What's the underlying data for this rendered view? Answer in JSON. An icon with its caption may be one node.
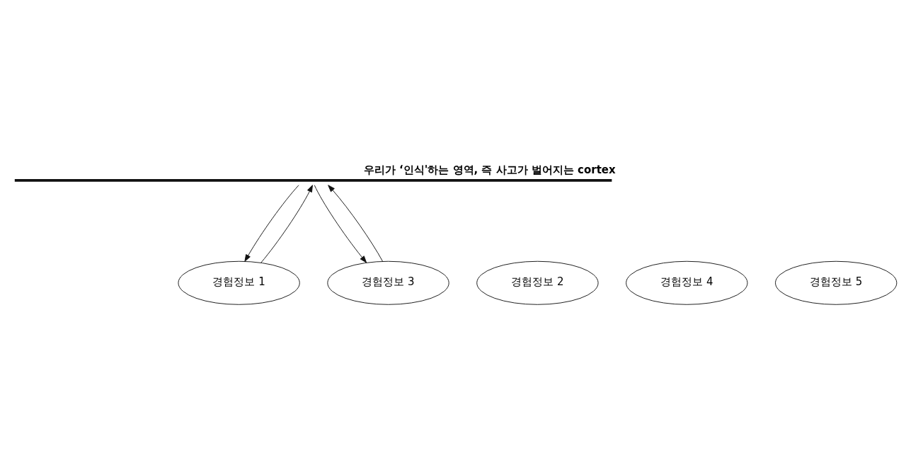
{
  "diagram": {
    "nodes": [
      {
        "text": [
          "우리가 ‘인식'하는 영역, 즉 사고가 벌어지는 cortex"
        ]
      },
      {
        "text": [
          "경험정보 1"
        ]
      },
      {
        "text": [
          "경험정보 2"
        ]
      },
      {
        "text": [
          "경험정보 3"
        ]
      },
      {
        "text": [
          "경험정보 4"
        ]
      },
      {
        "text": [
          "경험정보 5"
        ]
      }
    ],
    "edges": [
      {
        "from": 0,
        "to": 1,
        "arrow": "to"
      },
      {
        "from": 1,
        "to": 0,
        "arrow": "to"
      },
      {
        "from": 0,
        "to": 3,
        "arrow": "to"
      },
      {
        "from": 3,
        "to": 0,
        "arrow": "to"
      }
    ]
  }
}
